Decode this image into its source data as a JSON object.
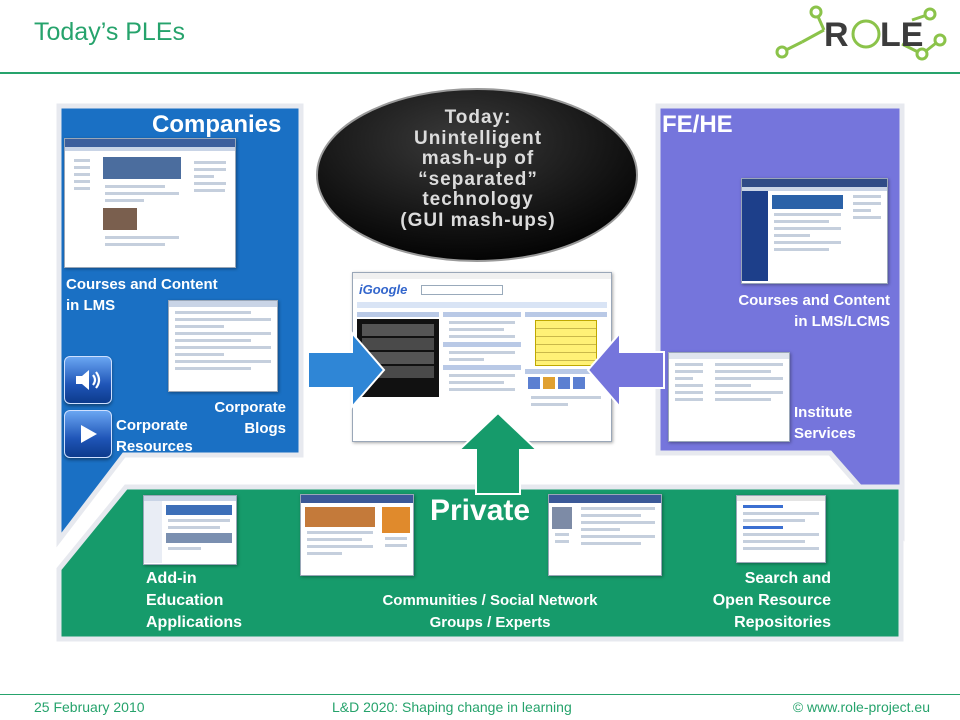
{
  "header": {
    "title": "Today’s PLEs",
    "logo_text": "ROLE"
  },
  "companies": {
    "heading": "Companies",
    "lms_label_line1": "Courses and Content",
    "lms_label_line2": "in LMS",
    "blogs_line1": "Corporate",
    "blogs_line2": "Blogs",
    "resources_line1": "Corporate",
    "resources_line2": "Resources",
    "color": "#1a70c4"
  },
  "fehe": {
    "heading": "FE/HE",
    "lcms_line1": "Courses and Content",
    "lcms_line2": "in LMS/LCMS",
    "institute_line1": "Institute",
    "institute_line2": "Services",
    "color": "#7575dc"
  },
  "callout": {
    "lines": [
      "Today:",
      "Unintelligent",
      "mash-up of",
      "“separated”",
      "technology",
      "(GUI mash-ups)"
    ]
  },
  "center": {
    "igoogle_logo": "iGoogle"
  },
  "private": {
    "heading": "Private",
    "addin_lines": [
      "Add-in",
      "Education",
      "Applications"
    ],
    "communities_line1": "Communities / Social Network",
    "communities_line2": "Groups / Experts",
    "search_lines": [
      "Search and",
      "Open Resource",
      "Repositories"
    ],
    "color": "#169b6b"
  },
  "footer": {
    "date": "25 February 2010",
    "event": "L&D 2020: Shaping change in learning",
    "copyright": "© www.role-project.eu"
  }
}
